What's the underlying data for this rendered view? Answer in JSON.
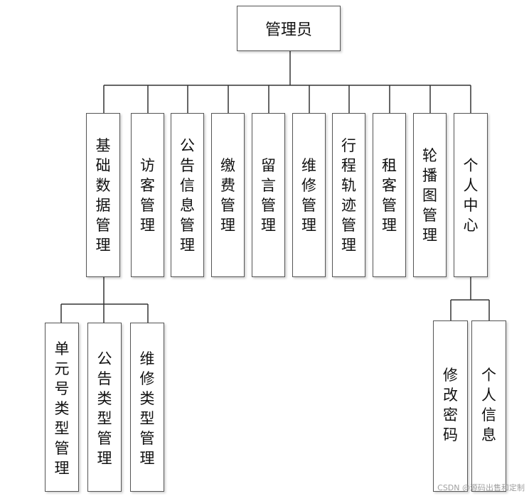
{
  "root": {
    "label": "管理员"
  },
  "modules": [
    {
      "label": "基础数据管理"
    },
    {
      "label": "访客管理"
    },
    {
      "label": "公告信息管理"
    },
    {
      "label": "缴费管理"
    },
    {
      "label": "留言管理"
    },
    {
      "label": "维修管理"
    },
    {
      "label": "行程轨迹管理"
    },
    {
      "label": "租客管理"
    },
    {
      "label": "轮播图管理"
    },
    {
      "label": "个人中心"
    }
  ],
  "basic_data_children": [
    {
      "label": "单元号类型管理"
    },
    {
      "label": "公告类型管理"
    },
    {
      "label": "维修类型管理"
    }
  ],
  "personal_center_children": [
    {
      "label": "修改密码"
    },
    {
      "label": "个人信息"
    }
  ],
  "watermark": "CSDN @源码出售和定制"
}
